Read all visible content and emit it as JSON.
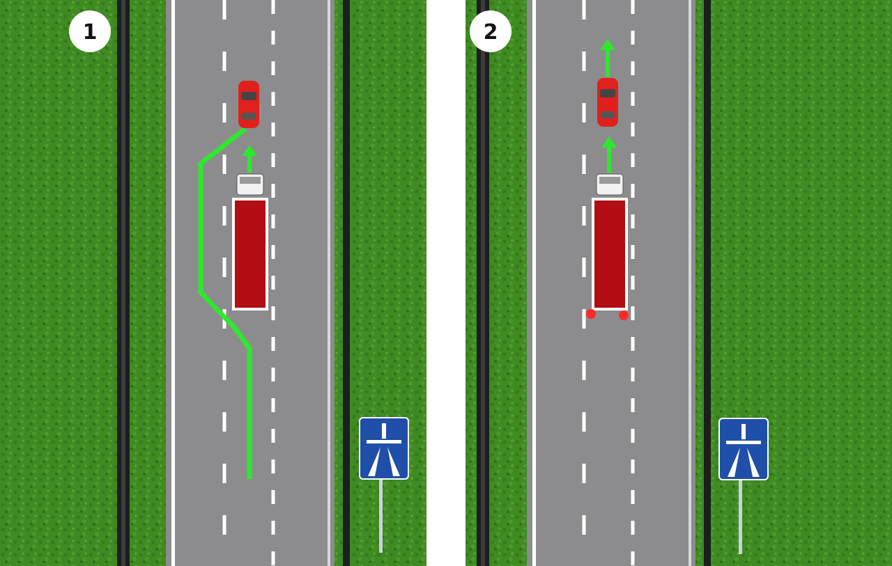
{
  "panels": [
    {
      "badge": "1",
      "scenario": "overtake-on-left"
    },
    {
      "badge": "2",
      "scenario": "follow-behind-truck"
    }
  ],
  "colors": {
    "grass": "#3f8a22",
    "grass_dark": "#2f6e18",
    "road": "#8c8c8e",
    "lane_marking": "#ffffff",
    "guardrail": "#1e1e1e",
    "car": "#e0201c",
    "truck_trailer": "#b10d12",
    "path": "#2ee82e",
    "sign_blue": "#1f4fa8",
    "brake_light": "#ff2a2a"
  },
  "icons": {
    "motorway_sign": "motorway-sign-icon",
    "car": "car-icon",
    "truck": "truck-icon"
  }
}
